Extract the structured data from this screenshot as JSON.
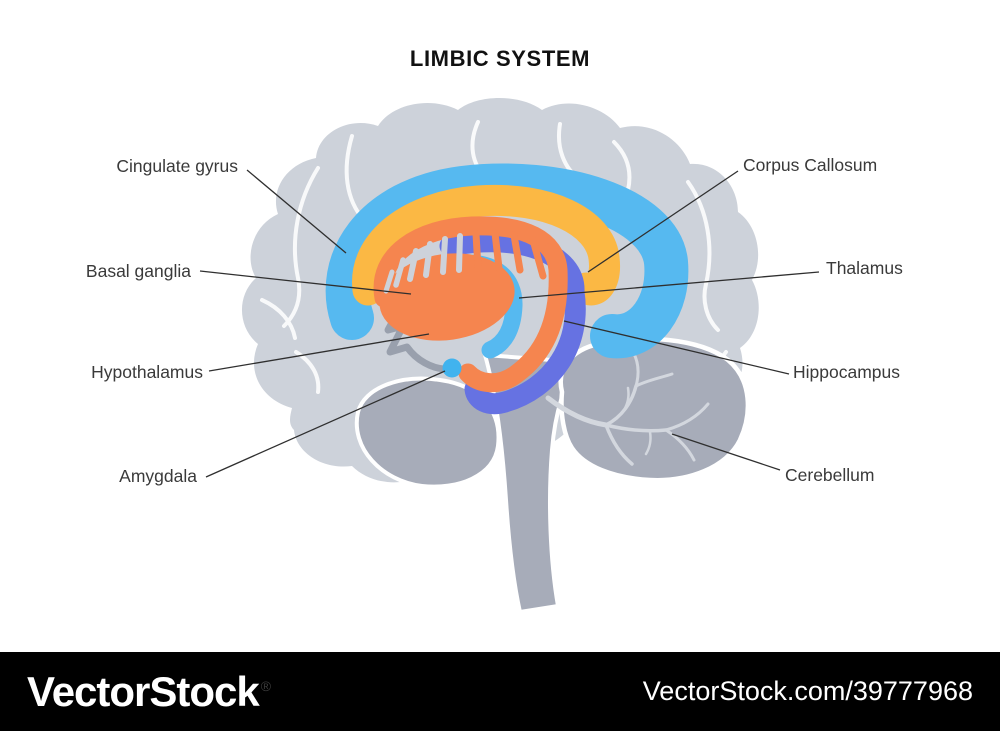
{
  "title": "LIMBIC SYSTEM",
  "labels": {
    "cingulate_gyrus": "Cingulate gyrus",
    "basal_ganglia": "Basal ganglia",
    "hypothalamus": "Hypothalamus",
    "amygdala": "Amygdala",
    "corpus_callosum": "Corpus Callosum",
    "thalamus": "Thalamus",
    "hippocampus": "Hippocampus",
    "cerebellum": "Cerebellum"
  },
  "watermark": {
    "logo": "VectorStock",
    "registered": "®",
    "url_text": "VectorStock.com/39777968"
  },
  "colors": {
    "background": "#ffffff",
    "cortex": "#cdd2da",
    "deep_gray": "#a7acb9",
    "sulci": "#ffffff",
    "arbor": "#d3d7de",
    "cingulate_blue": "#56b9f0",
    "corpus_yellow": "#fbb844",
    "basal_orange": "#f5854f",
    "hippocampus_purple": "#6672e2",
    "thalamus_blue": "#56b9f0",
    "amygdala_blue": "#41b3ee",
    "hypothalamus_gray": "#99a0ad",
    "leader_line": "#2f2f2f",
    "bar_bg": "#000000",
    "bar_text": "#ffffff"
  }
}
